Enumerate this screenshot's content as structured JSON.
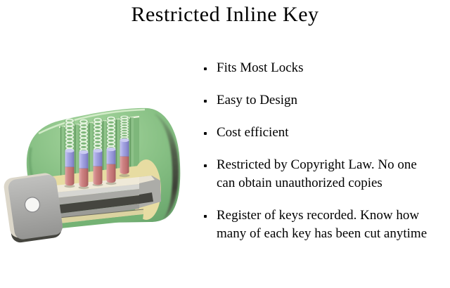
{
  "slide": {
    "title": "Restricted Inline Key",
    "background_color": "#ffffff",
    "text_color": "#000000"
  },
  "bullets": [
    "Fits Most Locks",
    "Easy to Design",
    "Cost efficient",
    "Restricted by Copyright Law. No one\ncan obtain unauthorized copies",
    "Register of keys recorded. Know how\nmany of each key has been cut anytime"
  ],
  "illustration": {
    "name": "pin-tumbler-lock-cutaway-with-key",
    "pin_stacks": 5,
    "colors": {
      "body_green": "#84bf82",
      "spring_green": "#e6f4e0",
      "driver_pin_blue": "#9d9de0",
      "key_pin_red": "#c97c7c",
      "plug_yellow": "#e7dca2",
      "key_gray": "#a9a9a7",
      "rim_shadow": "#45453f"
    }
  }
}
